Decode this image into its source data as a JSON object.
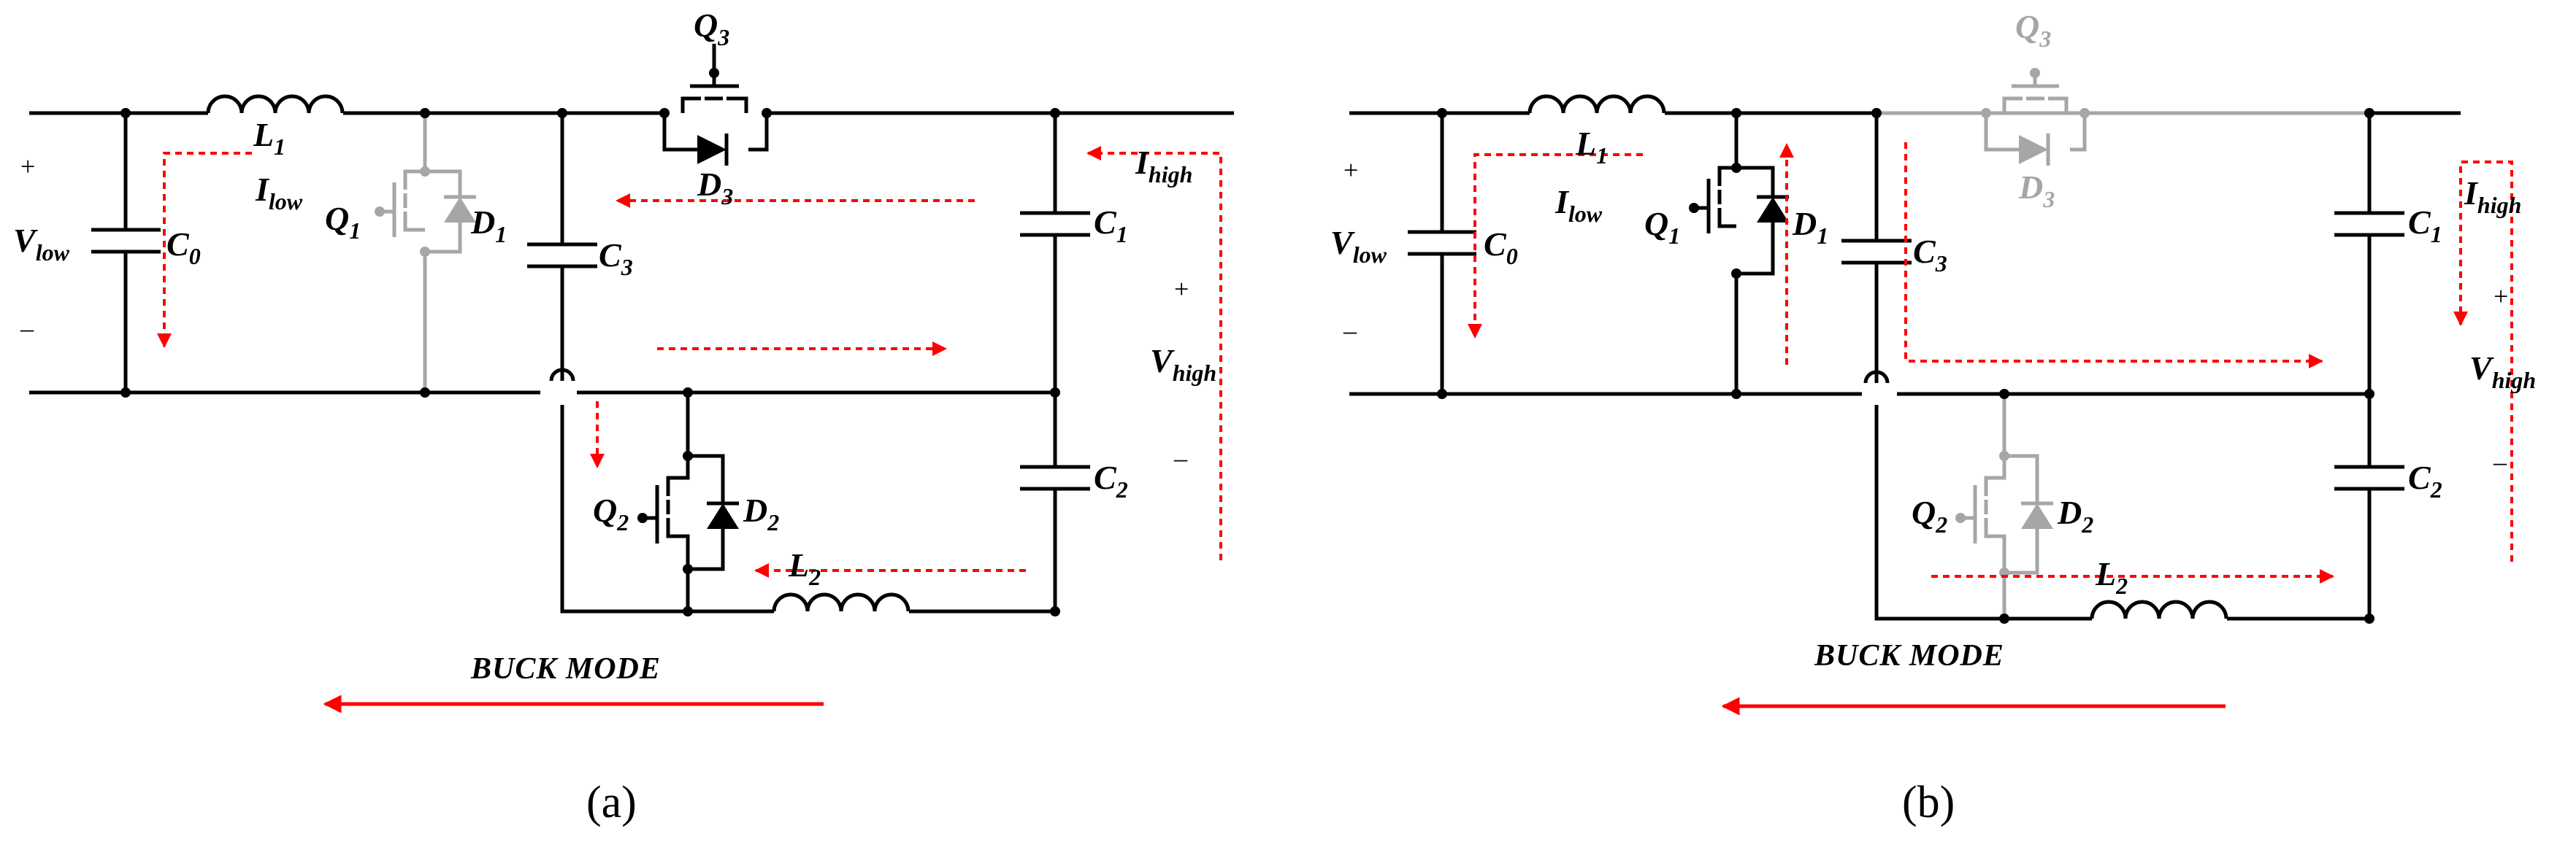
{
  "colors": {
    "active": "#000000",
    "inactive": "#a6a6a6",
    "current": "#ff0000"
  },
  "panel_a": {
    "caption": "(a)",
    "mode_text": "BUCK MODE",
    "labels": {
      "C0": "C",
      "C0_sub": "0",
      "C1": "C",
      "C1_sub": "1",
      "C2": "C",
      "C2_sub": "2",
      "C3": "C",
      "C3_sub": "3",
      "L1": "L",
      "L1_sub": "1",
      "L2": "L",
      "L2_sub": "2",
      "Q1": "Q",
      "Q1_sub": "1",
      "Q2": "Q",
      "Q2_sub": "2",
      "Q3": "Q",
      "Q3_sub": "3",
      "D1": "D",
      "D1_sub": "1",
      "D2": "D",
      "D2_sub": "2",
      "D3": "D",
      "D3_sub": "3",
      "Ilow": "I",
      "Ilow_sub": "low",
      "Ihigh": "I",
      "Ihigh_sub": "high",
      "Vlow": "V",
      "Vlow_sub": "low",
      "Vhigh": "V",
      "Vhigh_sub": "high",
      "plus_low": "+",
      "minus_low": "–",
      "plus_high": "+",
      "minus_high": "–"
    }
  },
  "panel_b": {
    "caption": "(b)",
    "mode_text": "BUCK MODE",
    "labels": {
      "C0": "C",
      "C0_sub": "0",
      "C1": "C",
      "C1_sub": "1",
      "C2": "C",
      "C2_sub": "2",
      "C3": "C",
      "C3_sub": "3",
      "L1": "L",
      "L1_sub": "1",
      "L2": "L",
      "L2_sub": "2",
      "Q1": "Q",
      "Q1_sub": "1",
      "Q2": "Q",
      "Q2_sub": "2",
      "Q3": "Q",
      "Q3_sub": "3",
      "D1": "D",
      "D1_sub": "1",
      "D2": "D",
      "D2_sub": "2",
      "D3": "D",
      "D3_sub": "3",
      "Ilow": "I",
      "Ilow_sub": "low",
      "Ihigh": "I",
      "Ihigh_sub": "high",
      "Vlow": "V",
      "Vlow_sub": "low",
      "Vhigh": "V",
      "Vhigh_sub": "high",
      "plus_low": "+",
      "minus_low": "–",
      "plus_high": "+",
      "minus_high": "–"
    }
  }
}
